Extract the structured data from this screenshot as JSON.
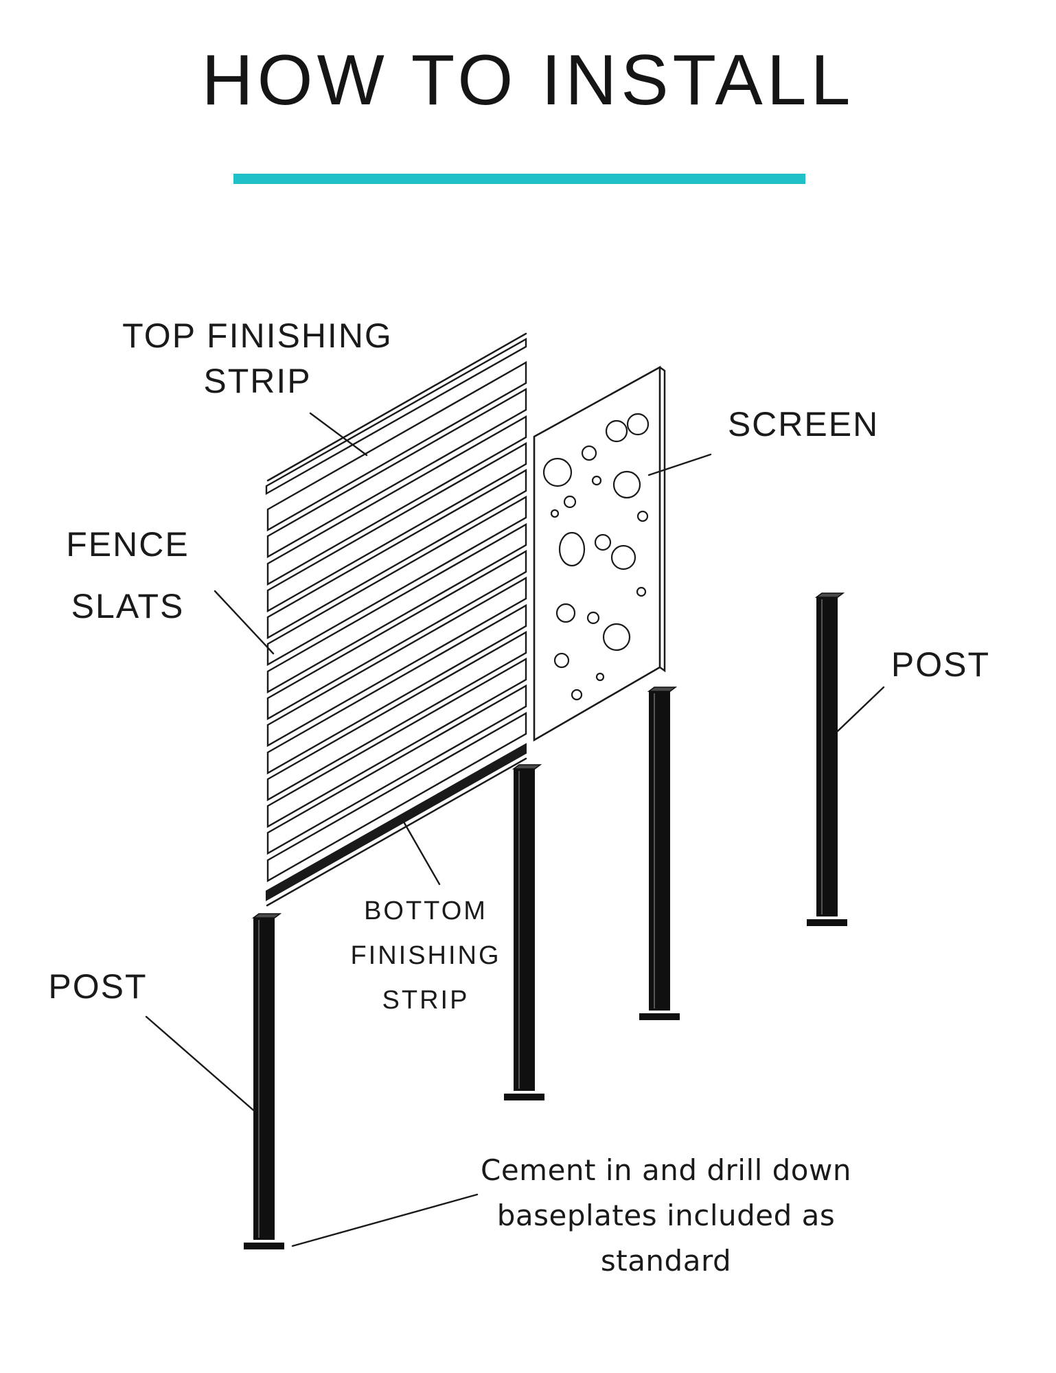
{
  "title": {
    "text": "HOW TO INSTALL"
  },
  "labels": {
    "top_strip_line1": "TOP FINISHING",
    "top_strip_line2": "STRIP",
    "fence_line1": "FENCE",
    "fence_line2": "SLATS",
    "screen": "SCREEN",
    "post_right": "POST",
    "post_left": "POST",
    "bottom_strip_line1": "BOTTOM",
    "bottom_strip_line2": "FINISHING",
    "bottom_strip_line3": "STRIP"
  },
  "note": {
    "line1": "Cement in and drill down",
    "line2": "baseplates included as",
    "line3": "standard"
  },
  "colors": {
    "accent": "#1fc0c7",
    "ink": "#1a1a1a",
    "post": "#101010",
    "background": "#ffffff"
  }
}
